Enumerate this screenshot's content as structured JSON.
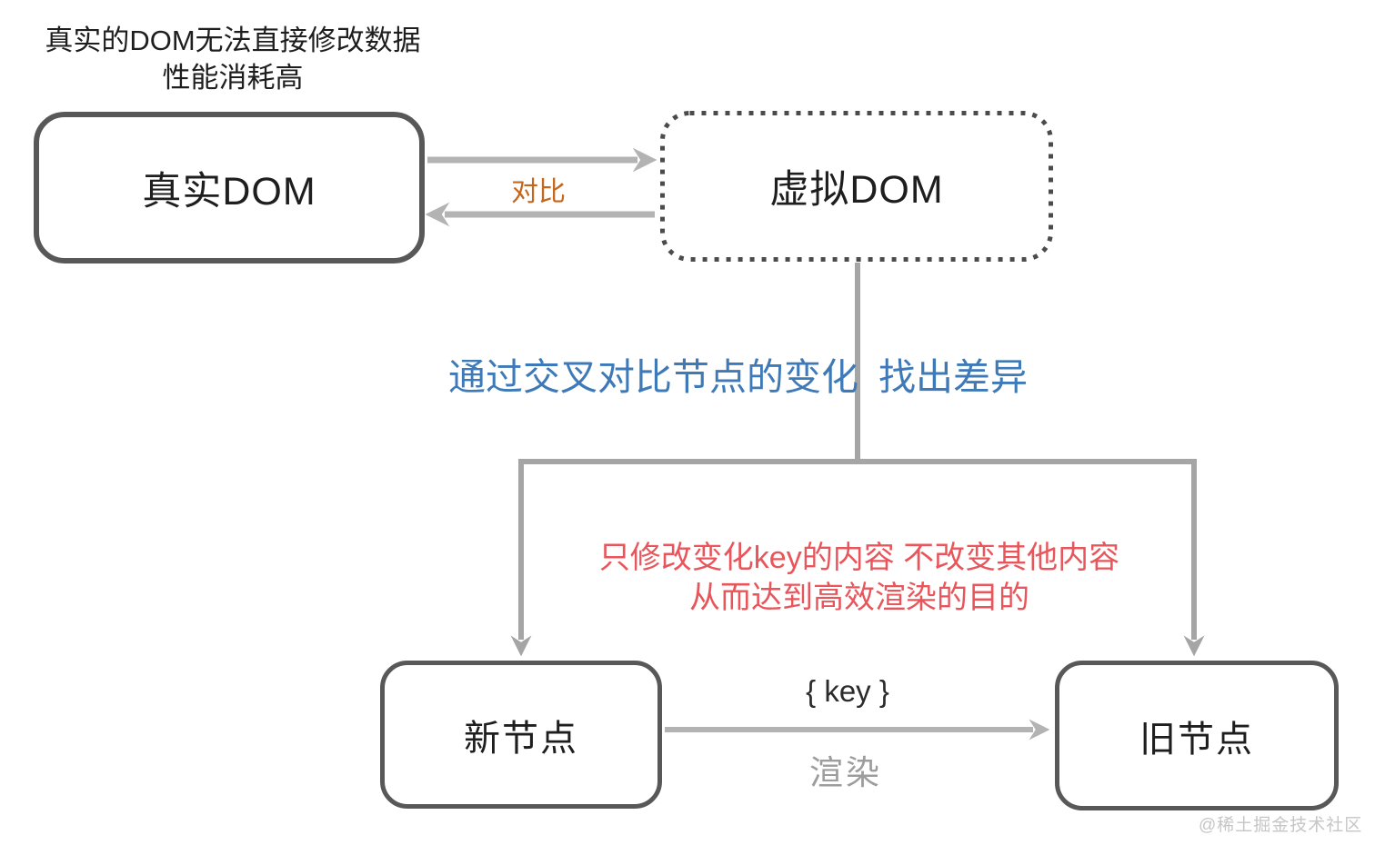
{
  "annotation_top": {
    "line1": "真实的DOM无法直接修改数据",
    "line2": "性能消耗高"
  },
  "nodes": {
    "real_dom": {
      "label": "真实DOM",
      "border": "solid"
    },
    "virtual_dom": {
      "label": "虚拟DOM",
      "border": "dotted"
    },
    "new_node": {
      "label": "新节点",
      "border": "solid"
    },
    "old_node": {
      "label": "旧节点",
      "border": "solid"
    }
  },
  "edges": {
    "compare_label": "对比",
    "diff_label_left": "通过交叉对比节点的变化",
    "diff_label_right": "找出差异",
    "efficiency_line1": "只修改变化key的内容 不改变其他内容",
    "efficiency_line2": "从而达到高效渲染的目的",
    "key_label": "{ key }",
    "render_label": "渲染"
  },
  "watermark": "@稀土掘金技术社区",
  "colors": {
    "box_border": "#585858",
    "dotted_border": "#4b4b4b",
    "arrow_gray": "#b3b3b3",
    "connector_gray": "#a5a5a5",
    "compare_orange": "#c4671e",
    "diff_blue": "#3e7ab8",
    "efficiency_red": "#e8565b",
    "key_text": "#2b2b2b",
    "render_gray": "#9d9d9d",
    "text_dark": "#1e1e1e",
    "watermark_gray": "#c6c6c6"
  }
}
